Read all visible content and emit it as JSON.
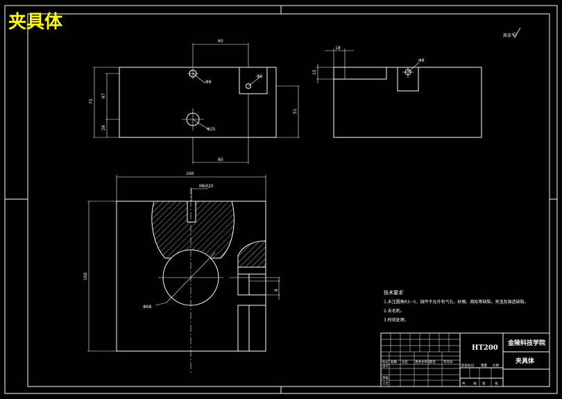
{
  "drawing_title": "夹具体",
  "corner_mark": "其余",
  "top_view": {
    "dims": {
      "top_width": "60",
      "bottom_width": "60",
      "left_overall": "75",
      "left_upper": "47",
      "left_lower": "28",
      "right_height": "51",
      "hole_small_a": "Φ8",
      "hole_small_b": "Φ6",
      "hole_large": "Φ25"
    }
  },
  "side_view": {
    "dims": {
      "slot_width": "18",
      "slot_depth": "15",
      "hole": "Φ8"
    }
  },
  "front_view": {
    "dims": {
      "width": "160",
      "height": "160",
      "thread": "M6X20",
      "bore": "Φ68",
      "slot": "8"
    }
  },
  "notes": {
    "heading": "技术要求",
    "lines": [
      "1.未注圆角R3~5，铸件不允许有气孔、砂眼、疏松等缺陷，夹渣及铸造缺陷。",
      "2.去毛刺。",
      "3.时效处理。"
    ]
  },
  "title_block": {
    "material": "HT200",
    "school": "金陵科技学院",
    "part_name": "夹具体",
    "row_labels": [
      "标记",
      "设计",
      "审核",
      "工艺"
    ],
    "col_labels": [
      "处数",
      "分区",
      "更改文件号",
      "签名",
      "年月日"
    ],
    "stage_labels": [
      "阶段标记",
      "重量",
      "比例"
    ],
    "sheet_labels": [
      "共",
      "张",
      "第",
      "张"
    ]
  }
}
